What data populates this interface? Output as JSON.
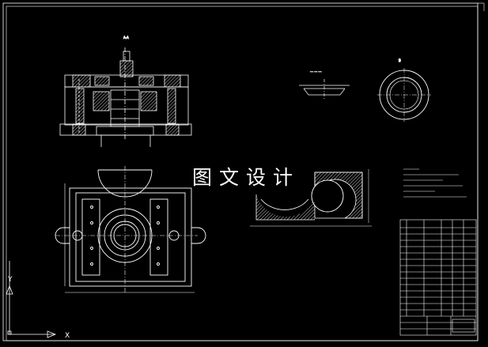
{
  "watermark": "图文设计",
  "colors": {
    "background": "#000000",
    "lines": "#ffffff",
    "hatch": "#ffffff"
  },
  "ucs": {
    "x_label": "X",
    "y_label": "Y"
  }
}
